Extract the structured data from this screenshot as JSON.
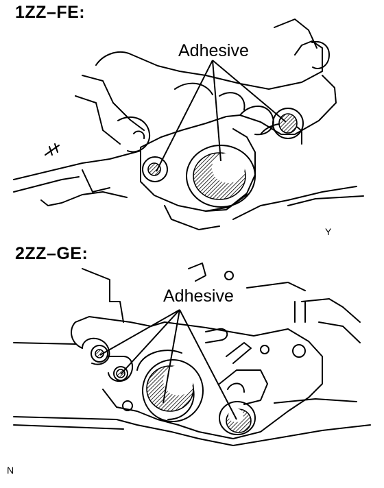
{
  "top": {
    "title": "1ZZ–FE:",
    "callout": "Adhesive",
    "code": "Y"
  },
  "bottom": {
    "title": "2ZZ–GE:",
    "callout": "Adhesive",
    "code": "N"
  }
}
